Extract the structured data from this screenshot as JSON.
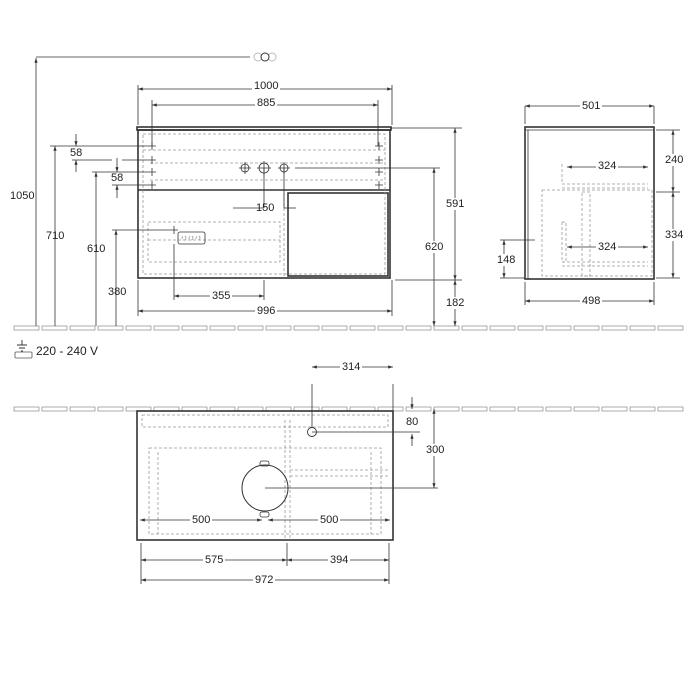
{
  "front_view": {
    "width_total": "1000",
    "width_inner": "885",
    "height_total": "1050",
    "height_710": "710",
    "height_610": "610",
    "offset_58_top": "58",
    "offset_58_lower": "58",
    "height_380": "380",
    "offset_355": "355",
    "width_996": "996",
    "offset_150": "150",
    "height_591": "591",
    "height_620": "620",
    "height_182": "182"
  },
  "side_view": {
    "depth_top": "501",
    "depth_bottom": "498",
    "height_240": "240",
    "height_334": "334",
    "drawer_depth_upper": "324",
    "drawer_depth_lower": "324",
    "height_148": "148"
  },
  "top_view": {
    "offset_314": "314",
    "offset_80": "80",
    "offset_300": "300",
    "drawer_left": "500",
    "drawer_right": "500",
    "width_575": "575",
    "width_394": "394",
    "width_972": "972"
  },
  "electrical": {
    "icon": "socket-icon",
    "voltage": "220 - 240 V"
  }
}
